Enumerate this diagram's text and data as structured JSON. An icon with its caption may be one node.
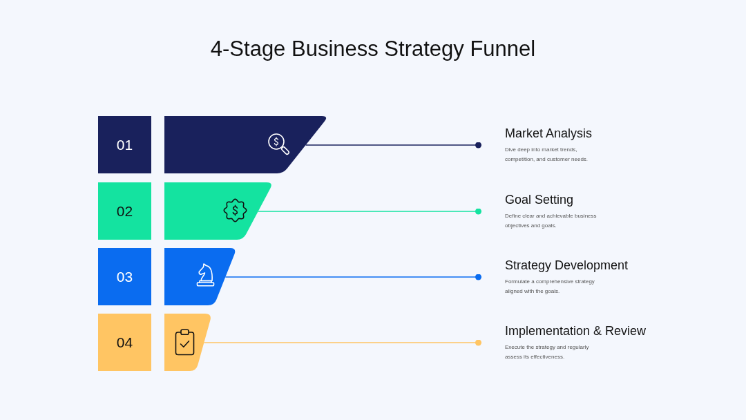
{
  "diagram": {
    "title": "4-Stage Business Strategy Funnel",
    "nodes": [
      {
        "text": [
          "01"
        ]
      },
      {
        "text": [],
        "shape": "trapezoid"
      },
      {
        "text": [
          "Market Analysis",
          "Dive deep into market trends, competition, and customer needs."
        ]
      },
      {
        "text": [
          "02"
        ]
      },
      {
        "text": [],
        "shape": "trapezoid"
      },
      {
        "text": [
          "Goal Setting",
          "Define clear and achievable business objectives and goals."
        ]
      },
      {
        "text": [
          "03"
        ]
      },
      {
        "text": [],
        "shape": "trapezoid"
      },
      {
        "text": [
          "Strategy Development",
          "Formulate a comprehensive strategy aligned with the goals."
        ]
      },
      {
        "text": [
          "04"
        ]
      },
      {
        "text": [],
        "shape": "trapezoid"
      },
      {
        "text": [
          "Implementation & Review",
          "Execute the strategy and regularly assess its effectiveness."
        ]
      }
    ],
    "edges": [
      {
        "from": 1,
        "to": 2,
        "arrow": "other",
        "color": "#19215c"
      },
      {
        "from": 4,
        "to": 5,
        "arrow": "other",
        "color": "#14e3a0"
      },
      {
        "from": 7,
        "to": 8,
        "arrow": "other",
        "color": "#0a6cf0"
      },
      {
        "from": 10,
        "to": 11,
        "arrow": "other",
        "color": "#ffc563"
      }
    ]
  }
}
